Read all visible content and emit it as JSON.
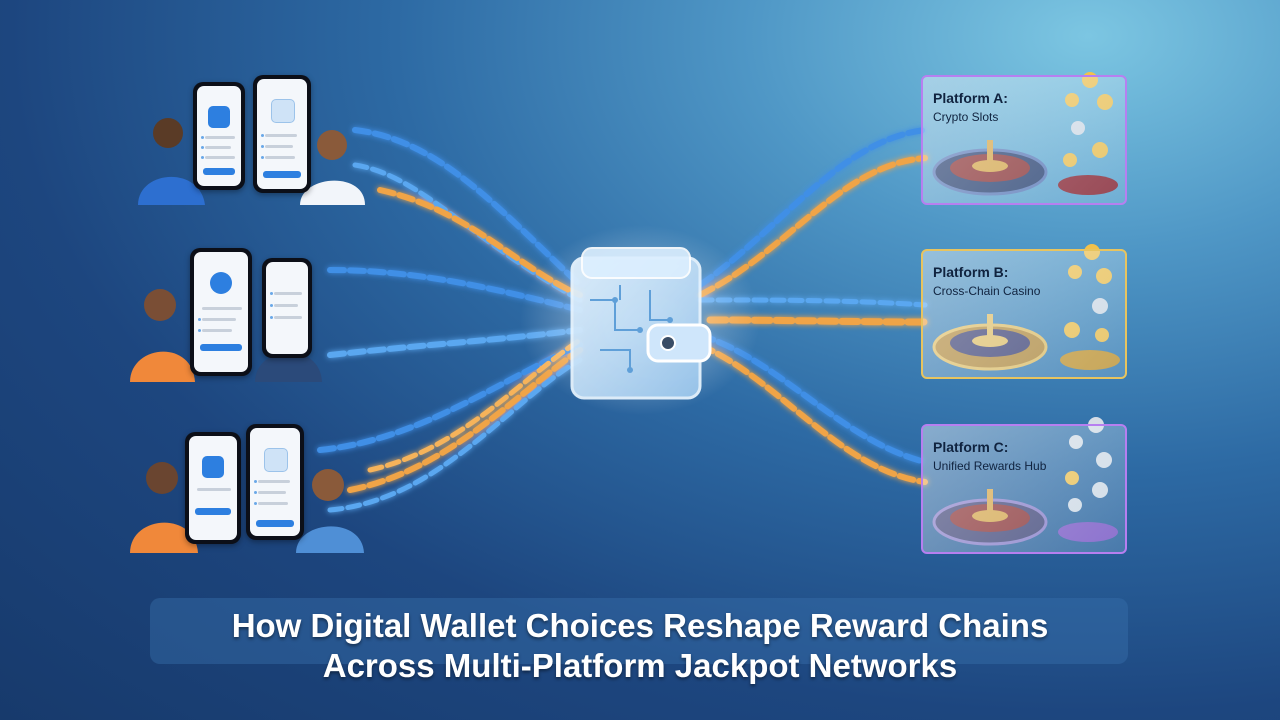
{
  "platforms": [
    {
      "title": "Platform A:",
      "subtitle": "Crypto Slots",
      "accent": "#b77ff0"
    },
    {
      "title": "Platform B:",
      "subtitle": "Cross-Chain Casino",
      "accent": "#e8c45f"
    },
    {
      "title": "Platform C:",
      "subtitle": "Unified Rewards Hub",
      "accent": "#b77ff0"
    }
  ],
  "headline": {
    "line1": "How Digital Wallet Choices Reshape Reward Chains",
    "line2": "Across Multi-Platform Jackpot Networks"
  },
  "colors": {
    "chain_blue": "#3f8fe6",
    "chain_orange": "#f0a446",
    "wallet_glow": "#bfe6ff",
    "coin_gold": "#f2c14b",
    "coin_silver": "#d6dde6"
  },
  "icons": [
    "digital-wallet-icon",
    "roulette-wheel-icon",
    "coin-stack-icon",
    "smartphone-icon",
    "person-icon"
  ]
}
